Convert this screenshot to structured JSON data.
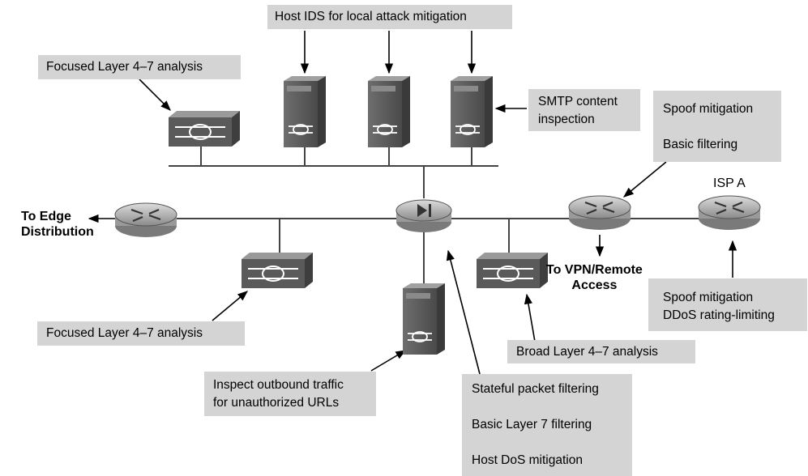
{
  "callouts": {
    "host_ids": "Host IDS for local attack mitigation",
    "focused_top": "Focused Layer 4–7 analysis",
    "smtp": [
      "SMTP content",
      "inspection"
    ],
    "spoof_basic": [
      "Spoof mitigation",
      "Basic filtering"
    ],
    "spoof_ddos": [
      "Spoof mitigation",
      "DDoS rating-limiting"
    ],
    "focused_bottom": "Focused Layer 4–7 analysis",
    "inspect_outbound": [
      "Inspect outbound traffic",
      "for unauthorized URLs"
    ],
    "broad": "Broad Layer 4–7 analysis",
    "stateful": [
      "Stateful packet filtering",
      "Basic Layer 7 filtering",
      "Host DoS mitigation"
    ]
  },
  "labels": {
    "edge": [
      "To Edge",
      "Distribution"
    ],
    "vpn": [
      "To VPN/Remote",
      "Access"
    ],
    "isp": "ISP A"
  },
  "colors": {
    "callout_bg": "#d4d4d4",
    "device_dark": "#5a5a5a",
    "device_light": "#bdbdbd",
    "line": "#444444"
  }
}
